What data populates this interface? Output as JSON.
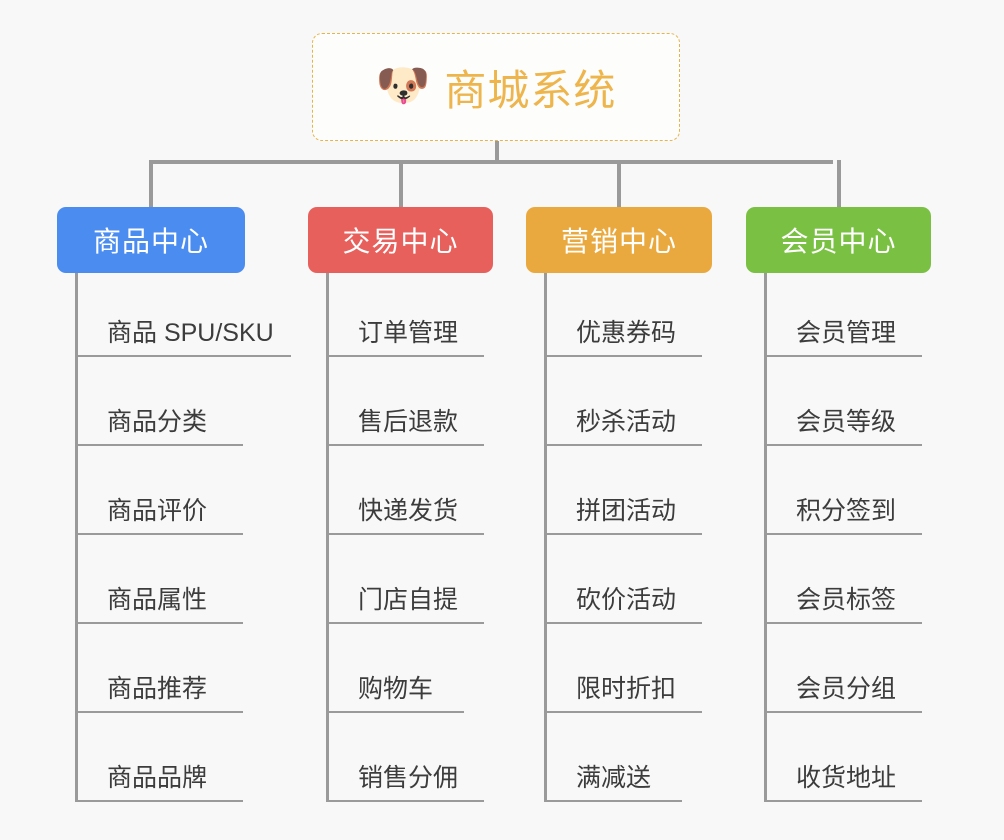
{
  "diagram": {
    "type": "mind-map",
    "background_color": "#f8f8f8",
    "connector_color": "#9a9a9a",
    "leaf_text_color": "#3c3c3c"
  },
  "root": {
    "title": "商城系统",
    "emoji": "🐶",
    "emoji_name": "dog-face-emoji",
    "text_color": "#edb54c",
    "border_color": "#e6b54a",
    "background_color": "#fdfdfc"
  },
  "branches": [
    {
      "title": "商品中心",
      "color": "#4a8cf0",
      "items": [
        "商品 SPU/SKU",
        "商品分类",
        "商品评价",
        "商品属性",
        "商品推荐",
        "商品品牌"
      ]
    },
    {
      "title": "交易中心",
      "color": "#e8605c",
      "items": [
        "订单管理",
        "售后退款",
        "快递发货",
        "门店自提",
        "购物车",
        "销售分佣"
      ]
    },
    {
      "title": "营销中心",
      "color": "#eaa93f",
      "items": [
        "优惠券码",
        "秒杀活动",
        "拼团活动",
        "砍价活动",
        "限时折扣",
        "满减送"
      ]
    },
    {
      "title": "会员中心",
      "color": "#7ac143",
      "items": [
        "会员管理",
        "会员等级",
        "积分签到",
        "会员标签",
        "会员分组",
        "收货地址"
      ]
    }
  ]
}
